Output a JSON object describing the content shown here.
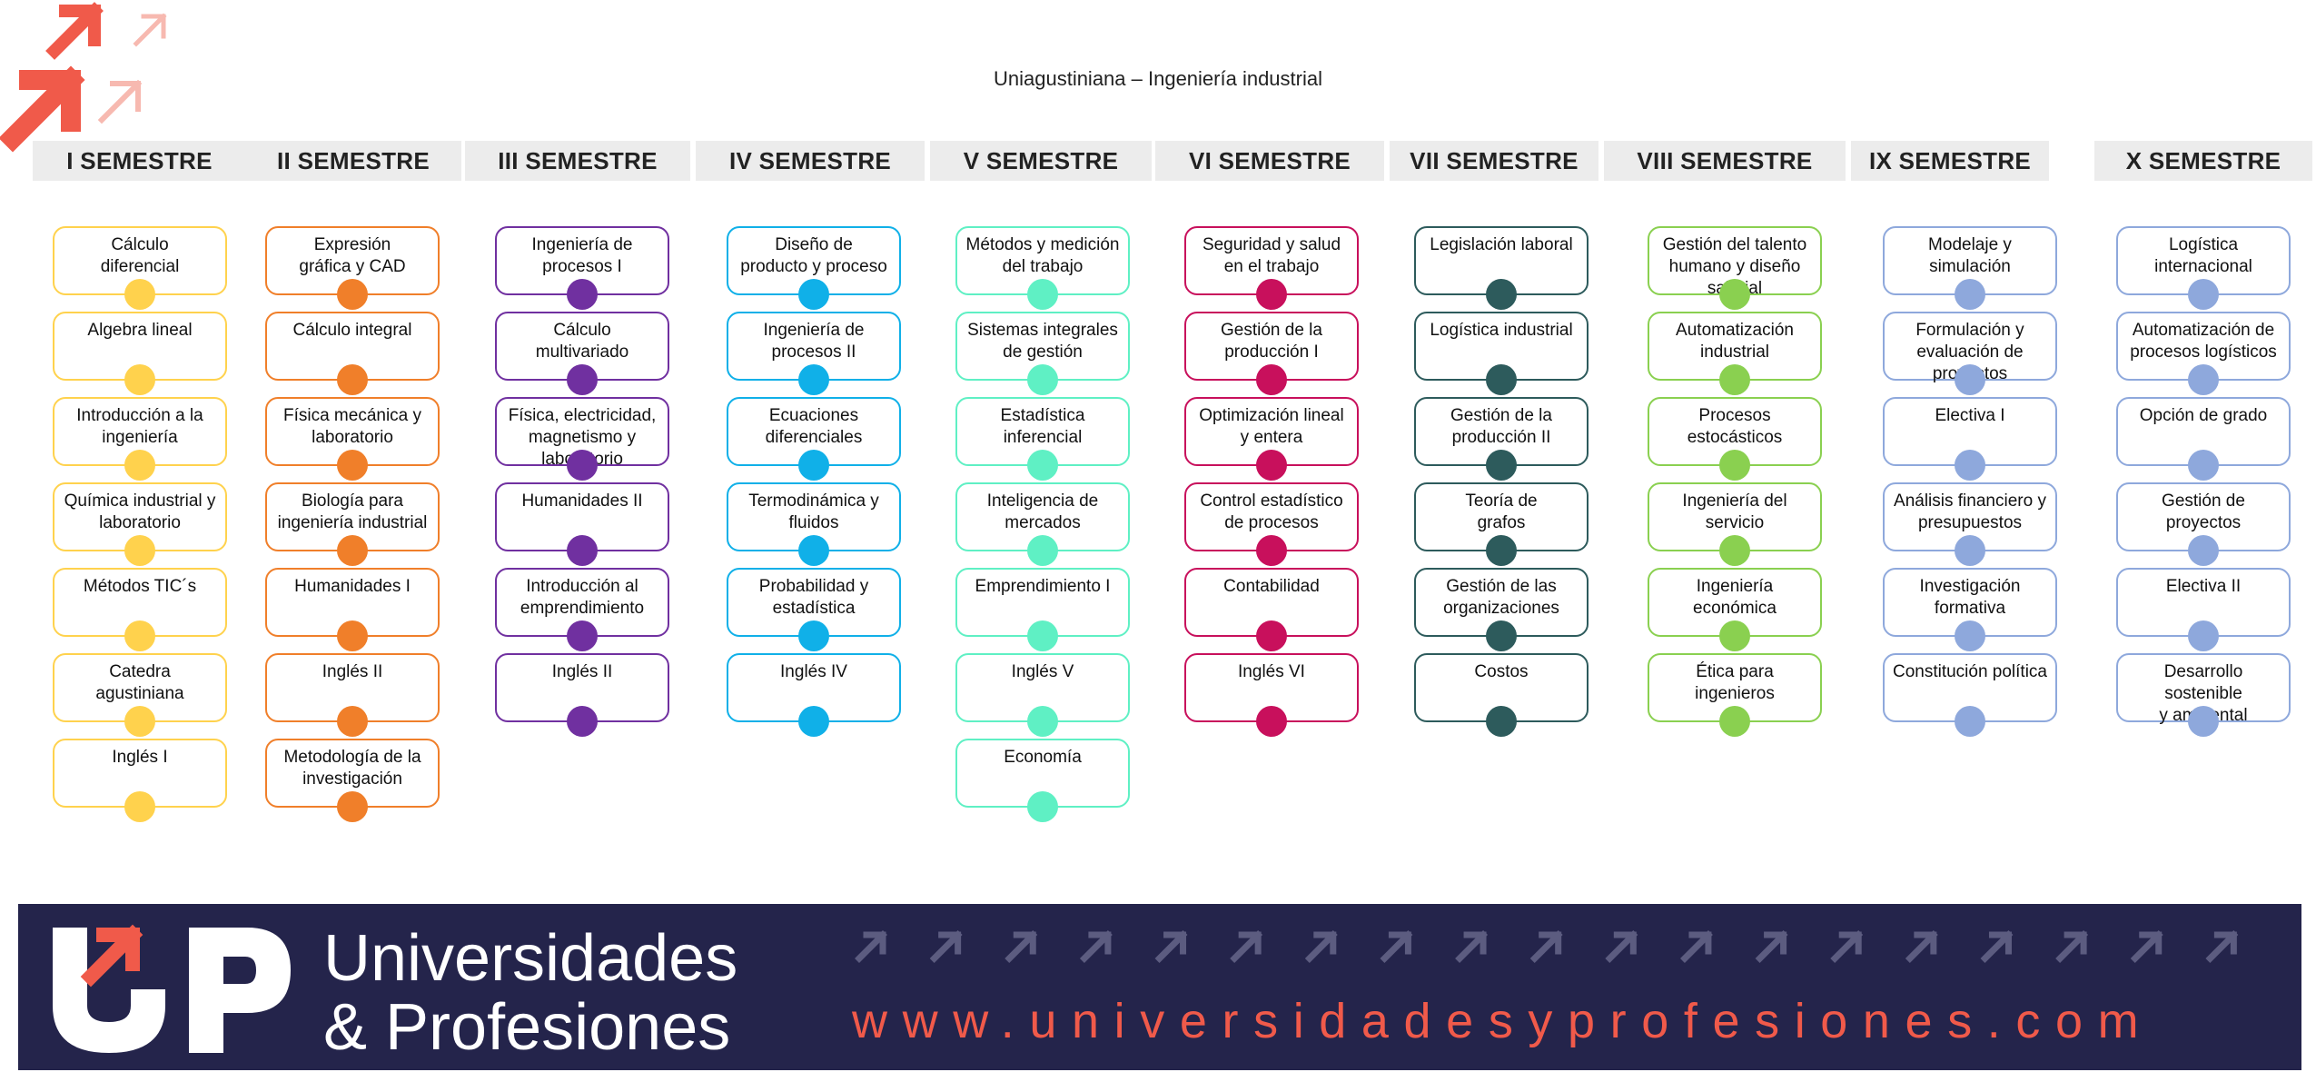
{
  "title": "Uniagustiniana – Ingeniería industrial",
  "semesters": [
    {
      "name": "I SEMESTRE",
      "color": "#ffd24d",
      "courses": [
        "Cálculo\ndiferencial",
        "Algebra lineal",
        "Introducción a la\ningeniería",
        "Química industrial y\nlaboratorio",
        "Métodos TIC´s",
        "Catedra\nagustiniana",
        "Inglés I"
      ]
    },
    {
      "name": "II SEMESTRE",
      "color": "#f07f2a",
      "courses": [
        "Expresión\ngráfica y CAD",
        "Cálculo integral",
        "Física mecánica y\nlaboratorio",
        "Biología para\ningeniería industrial",
        "Humanidades I",
        "Inglés II",
        "Metodología de la\ninvestigación"
      ]
    },
    {
      "name": "III SEMESTRE",
      "color": "#7030a0",
      "courses": [
        "Ingeniería de\nprocesos I",
        "Cálculo\nmultivariado",
        "Física, electricidad,\nmagnetismo y\nlaboratorio",
        "Humanidades II",
        "Introducción al\nemprendimiento",
        "Inglés II"
      ]
    },
    {
      "name": "IV SEMESTRE",
      "color": "#10b0e8",
      "courses": [
        "Diseño de\nproducto y proceso",
        "Ingeniería de\nprocesos II",
        "Ecuaciones\ndiferenciales",
        "Termodinámica y\nfluidos",
        "Probabilidad  y\nestadística",
        "Inglés IV"
      ]
    },
    {
      "name": "V SEMESTRE",
      "color": "#5ff0c4",
      "courses": [
        "Métodos y medición\ndel trabajo",
        "Sistemas integrales\nde gestión",
        "Estadística\ninferencial",
        "Inteligencia de\nmercados",
        "Emprendimiento I",
        "Inglés V",
        "Economía"
      ]
    },
    {
      "name": "VI SEMESTRE",
      "color": "#c8105c",
      "courses": [
        "Seguridad y salud\nen el trabajo",
        "Gestión de la\nproducción I",
        "Optimización lineal\ny entera",
        "Control estadístico\nde procesos",
        "Contabilidad",
        "Inglés VI"
      ]
    },
    {
      "name": "VII SEMESTRE",
      "color": "#2d5b5c",
      "courses": [
        "Legislación laboral",
        "Logística industrial",
        "Gestión de la\nproducción II",
        "Teoría de\ngrafos",
        "Gestión de las\norganizaciones",
        "Costos"
      ]
    },
    {
      "name": "VIII SEMESTRE",
      "color": "#8ad050",
      "courses": [
        "Gestión del talento\nhumano y diseño\nsalarial",
        "Automatización\nindustrial",
        "Procesos estocásticos",
        "Ingeniería del servicio",
        "Ingeniería económica",
        "Ética para ingenieros"
      ]
    },
    {
      "name": "IX SEMESTRE",
      "color": "#8ea8dc",
      "courses": [
        "Modelaje y\nsimulación",
        "Formulación y\nevaluación de\nproyectos",
        "Electiva I",
        "Análisis financiero y\npresupuestos",
        "Investigación\nformativa",
        "Constitución política"
      ]
    },
    {
      "name": "X SEMESTRE",
      "color": "#8ea8dc",
      "courses": [
        "Logística\ninternacional",
        "Automatización de\nprocesos logísticos",
        "Opción de grado",
        "Gestión de\nproyectos",
        "Electiva II",
        "Desarrollo sostenible\ny ambiental"
      ]
    }
  ],
  "footer": {
    "brand_line1": "Universidades",
    "brand_line2": "& Profesiones",
    "url": "www.universidadesyprofesiones.com",
    "banner_color": "#24244b",
    "accent_color": "#f05a4a"
  },
  "icons": [
    "arrow-up-right-icon",
    "up-logo-icon"
  ]
}
